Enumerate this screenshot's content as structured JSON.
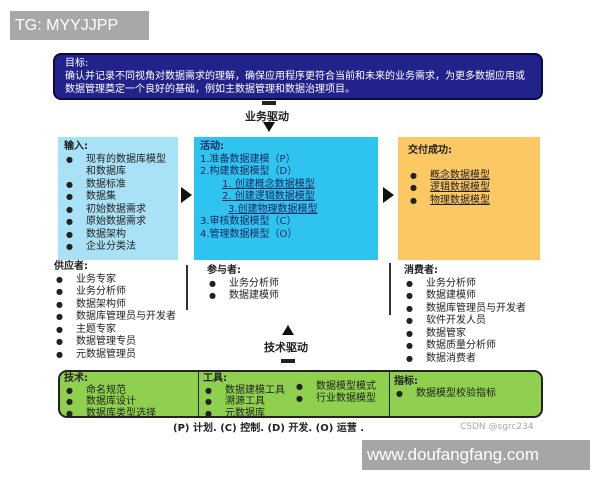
{
  "watermarks": {
    "top": "TG: MYYJJPP",
    "bottom": "www.doufangfang.com",
    "csdn": "CSDN @sgrc234"
  },
  "goal": {
    "title": "目标:",
    "text": "确认并记录不同视角对数据需求的理解，确保应用程序更符合当前和未来的业务需求，为更多数据应用或数据管理奠定一个良好的基础，例如主数据管理和数据治理项目。"
  },
  "business_driver": "业务驱动",
  "tech_driver": "技术驱动",
  "input": {
    "title": "输入:",
    "items": [
      "现有的数据库模型和数据库",
      "数据标准",
      "数据集",
      "初始数据需求",
      "原始数据需求",
      "数据架构",
      "企业分类法"
    ]
  },
  "activity": {
    "title": "活动:",
    "items": [
      "1.准备数据建模（P）",
      "2.构建数据模型（D）",
      "1. 创建概念数据模型",
      "2. 创建逻辑数据模型",
      "3.创建物理数据模型",
      "3.审核数据模型（C）",
      "4.管理数据模型（O）"
    ]
  },
  "delivery": {
    "title": "交付成功:",
    "items": [
      "概念数据模型",
      "逻辑数据模型",
      "物理数据模型"
    ]
  },
  "suppliers": {
    "title": "供应者:",
    "items": [
      "业务专家",
      "业务分析师",
      "数据架构师",
      "数据库管理员与开发者",
      "主题专家",
      "数据管理专员",
      "元数据管理员"
    ]
  },
  "participants": {
    "title": "参与者:",
    "items": [
      "业务分析师",
      "数据建模师"
    ]
  },
  "consumers": {
    "title": "消费者:",
    "items": [
      "业务分析师",
      "数据建模师",
      "数据库管理员与开发者",
      "软件开发人员",
      "数据管家",
      "数据质量分析师",
      "数据消费者"
    ]
  },
  "techniques": {
    "title": "技术:",
    "items": [
      "命名规范",
      "数据库设计",
      "数据库类型选择"
    ]
  },
  "tools": {
    "title": "工具:",
    "items": [
      "数据建模工具",
      "溯源工具",
      "元数据库",
      "数据模型模式",
      "行业数据模型"
    ]
  },
  "metrics": {
    "title": "指标:",
    "items": [
      "数据模型校验指标"
    ]
  },
  "legend": "(P) 计划.  (C) 控制. (D) 开发.  (O) 运营 ."
}
